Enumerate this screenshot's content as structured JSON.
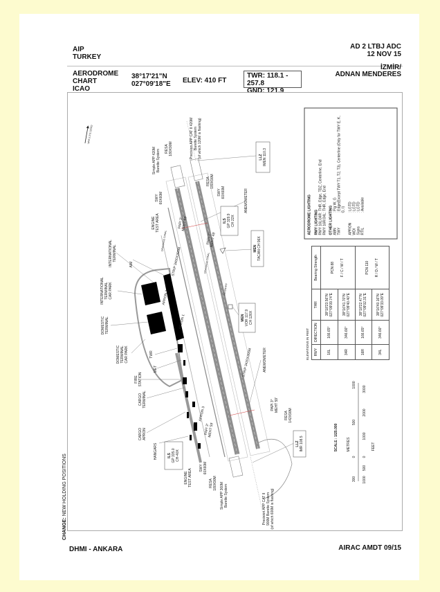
{
  "header": {
    "publication": "AIP",
    "country": "TURKEY",
    "doc_ref": "AD 2 LTBJ ADC",
    "date": "12 NOV 15",
    "chart_type": [
      "AERODROME",
      "CHART",
      "ICAO"
    ],
    "lat": "38°17'21\"N",
    "lon": "027°09'18\"E",
    "elevation": "ELEV: 410 FT",
    "twr": "TWR: 118.1 - 257.8",
    "gnd": "GND: 121.9",
    "city": "İZMİR/",
    "airport": "ADNAN MENDERES"
  },
  "footer": {
    "publisher": "DHMI - ANKARA",
    "amendment": "AIRAC AMDT 09/15",
    "change_label": "CHANGE:",
    "change_text": " NEW HOLDING POSITIONS"
  },
  "north": {
    "label": "VAR 5.3°E (2015)"
  },
  "map": {
    "intl_terminal": [
      "INTERNATIONAL",
      "TERMINAL"
    ],
    "aim": "AIM",
    "intl_car_park": [
      "INTERNATIONAL",
      "TERMINAL",
      "CAR PARK"
    ],
    "dom_terminal": [
      "DOMESTIC",
      "TERMINAL"
    ],
    "dom_car_park": [
      "DOMESTIC",
      "TERMINAL",
      "CAR PARK"
    ],
    "twr": "TWR",
    "met": "MET",
    "fire_station": [
      "FIRE",
      "STATION"
    ],
    "cargo_terminal": [
      "CARGO",
      "TERMINAL"
    ],
    "cargo_apron": [
      "CARGO",
      "APRON"
    ],
    "hangars": "HANGARS",
    "ils_south": [
      "ILS",
      "GP 335.0",
      "CH-40X"
    ],
    "engine_test_south": [
      "ENGINE",
      "TEST AREA"
    ],
    "swy_south": [
      "SWY",
      "60X60M"
    ],
    "resa_south_w": [
      "RESA",
      "180X90M"
    ],
    "simple_app_south": [
      "Simple APP 360M",
      "Barette System"
    ],
    "precision_app_south": [
      "Precision APP CAT II",
      "900M Barette System",
      "(of which 600M is flashing)"
    ],
    "llz_south": [
      "LLZ",
      "IMR 108.5"
    ],
    "resa_south_e": [
      "RESA",
      "142X90M"
    ],
    "papi_se": [
      "PAPI 3°",
      "MEHT 59'"
    ],
    "papi_sw": [
      "PAPI 3°",
      "MEHT 59'"
    ],
    "anemometer_south": "ANEMOMETER",
    "strip_east": "STRIP 3420X300M",
    "strip_west": "STRIP 3400X300M",
    "apron1": "APRON 1",
    "apron2": "APRON 2",
    "apron3": "APRON 3",
    "vor": [
      "MEN",
      "VOR 117.9",
      "CH 126X"
    ],
    "tacan": [
      "MEN",
      "TACAN CH 96X"
    ],
    "ils_north": [
      "ILS",
      "GP 329.9",
      "CH 22X"
    ],
    "anemometer_north": "ANEMOMETER",
    "swy_north_e": [
      "SWY",
      "60X60M"
    ],
    "resa_north_e": [
      "RESA",
      "180X90M"
    ],
    "llz_north": [
      "LLZ",
      "IMEN 110.3"
    ],
    "precision_app_north": [
      "Precision APP CAT II 420M",
      "Barette System",
      "(of which 120M is flashing)"
    ],
    "resa_north_w": [
      "RESA",
      "180X90M"
    ],
    "simple_app_north": [
      "Simple APP 420M",
      "Barette System"
    ],
    "swy_north_w": [
      "SWY",
      "60X60M"
    ],
    "engine_test_north": [
      "ENGINE",
      "TEST AREA"
    ],
    "papi_nw": [
      "PAPI 3°",
      "MEHT 49'"
    ],
    "papi_ne": [
      "PAPI 3°",
      "MEHT 49'"
    ],
    "drainage1": "DRAINAGE CANAL",
    "drainage2": "DRAINAGE CANAL",
    "no_entry": "NO ENTRY"
  },
  "lighting": {
    "title": "AERODROME LIGHTING",
    "rwy_heading": "RWY LIGHTING",
    "rwy": [
      {
        "k": "RWY 16L/34R",
        "v": ": THR, Edge, TDZ, Centerline, End"
      },
      {
        "k": "RWY 16R/34L",
        "v": ": THR, Edge, End"
      }
    ],
    "other_heading": "OTHER LIGHTING",
    "other": [
      {
        "k": "ABN",
        "v": ": Flg W, G"
      },
      {
        "k": "TWY",
        "v": ": Edge(Except TWY T1, T2, T3), Centerline (Only for TWY E, K, G, I)"
      },
      {
        "k": "APRON",
        "v": ": LGTD"
      },
      {
        "k": "WDI",
        "v": ": LGTD"
      },
      {
        "k": "Signs",
        "v": ": LGTD"
      },
      {
        "k": "RTIL",
        "v": ": Available"
      }
    ]
  },
  "runway_table": {
    "note": "ELEVATIONS IN FEET",
    "columns": [
      "RWY",
      "DIRECTION",
      "THR",
      "Bearing Strength"
    ],
    "rows": [
      {
        "rwy": "16L",
        "dir": "166.65°",
        "thr": [
          "38°18'23.56\"N",
          "027°09'09.74\"E"
        ]
      },
      {
        "rwy": "34R",
        "dir": "346.66°",
        "thr": [
          "38°16'41.70\"N",
          "027°09'40.40\"E"
        ]
      },
      {
        "rwy": "16R",
        "dir": "166.65°",
        "thr": [
          "38°18'22.47\"N",
          "027°09'02.31\"E"
        ]
      },
      {
        "rwy": "34L",
        "dir": "346.66°",
        "thr": [
          "38°16'40.16\"N",
          "027°09'33.09\"E"
        ]
      }
    ],
    "strength": [
      [
        "PCN 88",
        "F / C / W / T"
      ],
      [
        "PCN 110",
        "R / D / W / T"
      ]
    ]
  },
  "scale": {
    "label": "SCALE : 1/25.000",
    "metres_label": "METRES",
    "feet_label": "FEET",
    "metres_ticks": [
      "300",
      "0",
      "500",
      "1000"
    ],
    "feet_ticks": [
      "1000",
      "500",
      "0",
      "1000",
      "2000",
      "3000"
    ]
  },
  "colors": {
    "background": "#fdfbcf",
    "runway": "#8f8f8f",
    "papi_marks": "#d04040"
  }
}
